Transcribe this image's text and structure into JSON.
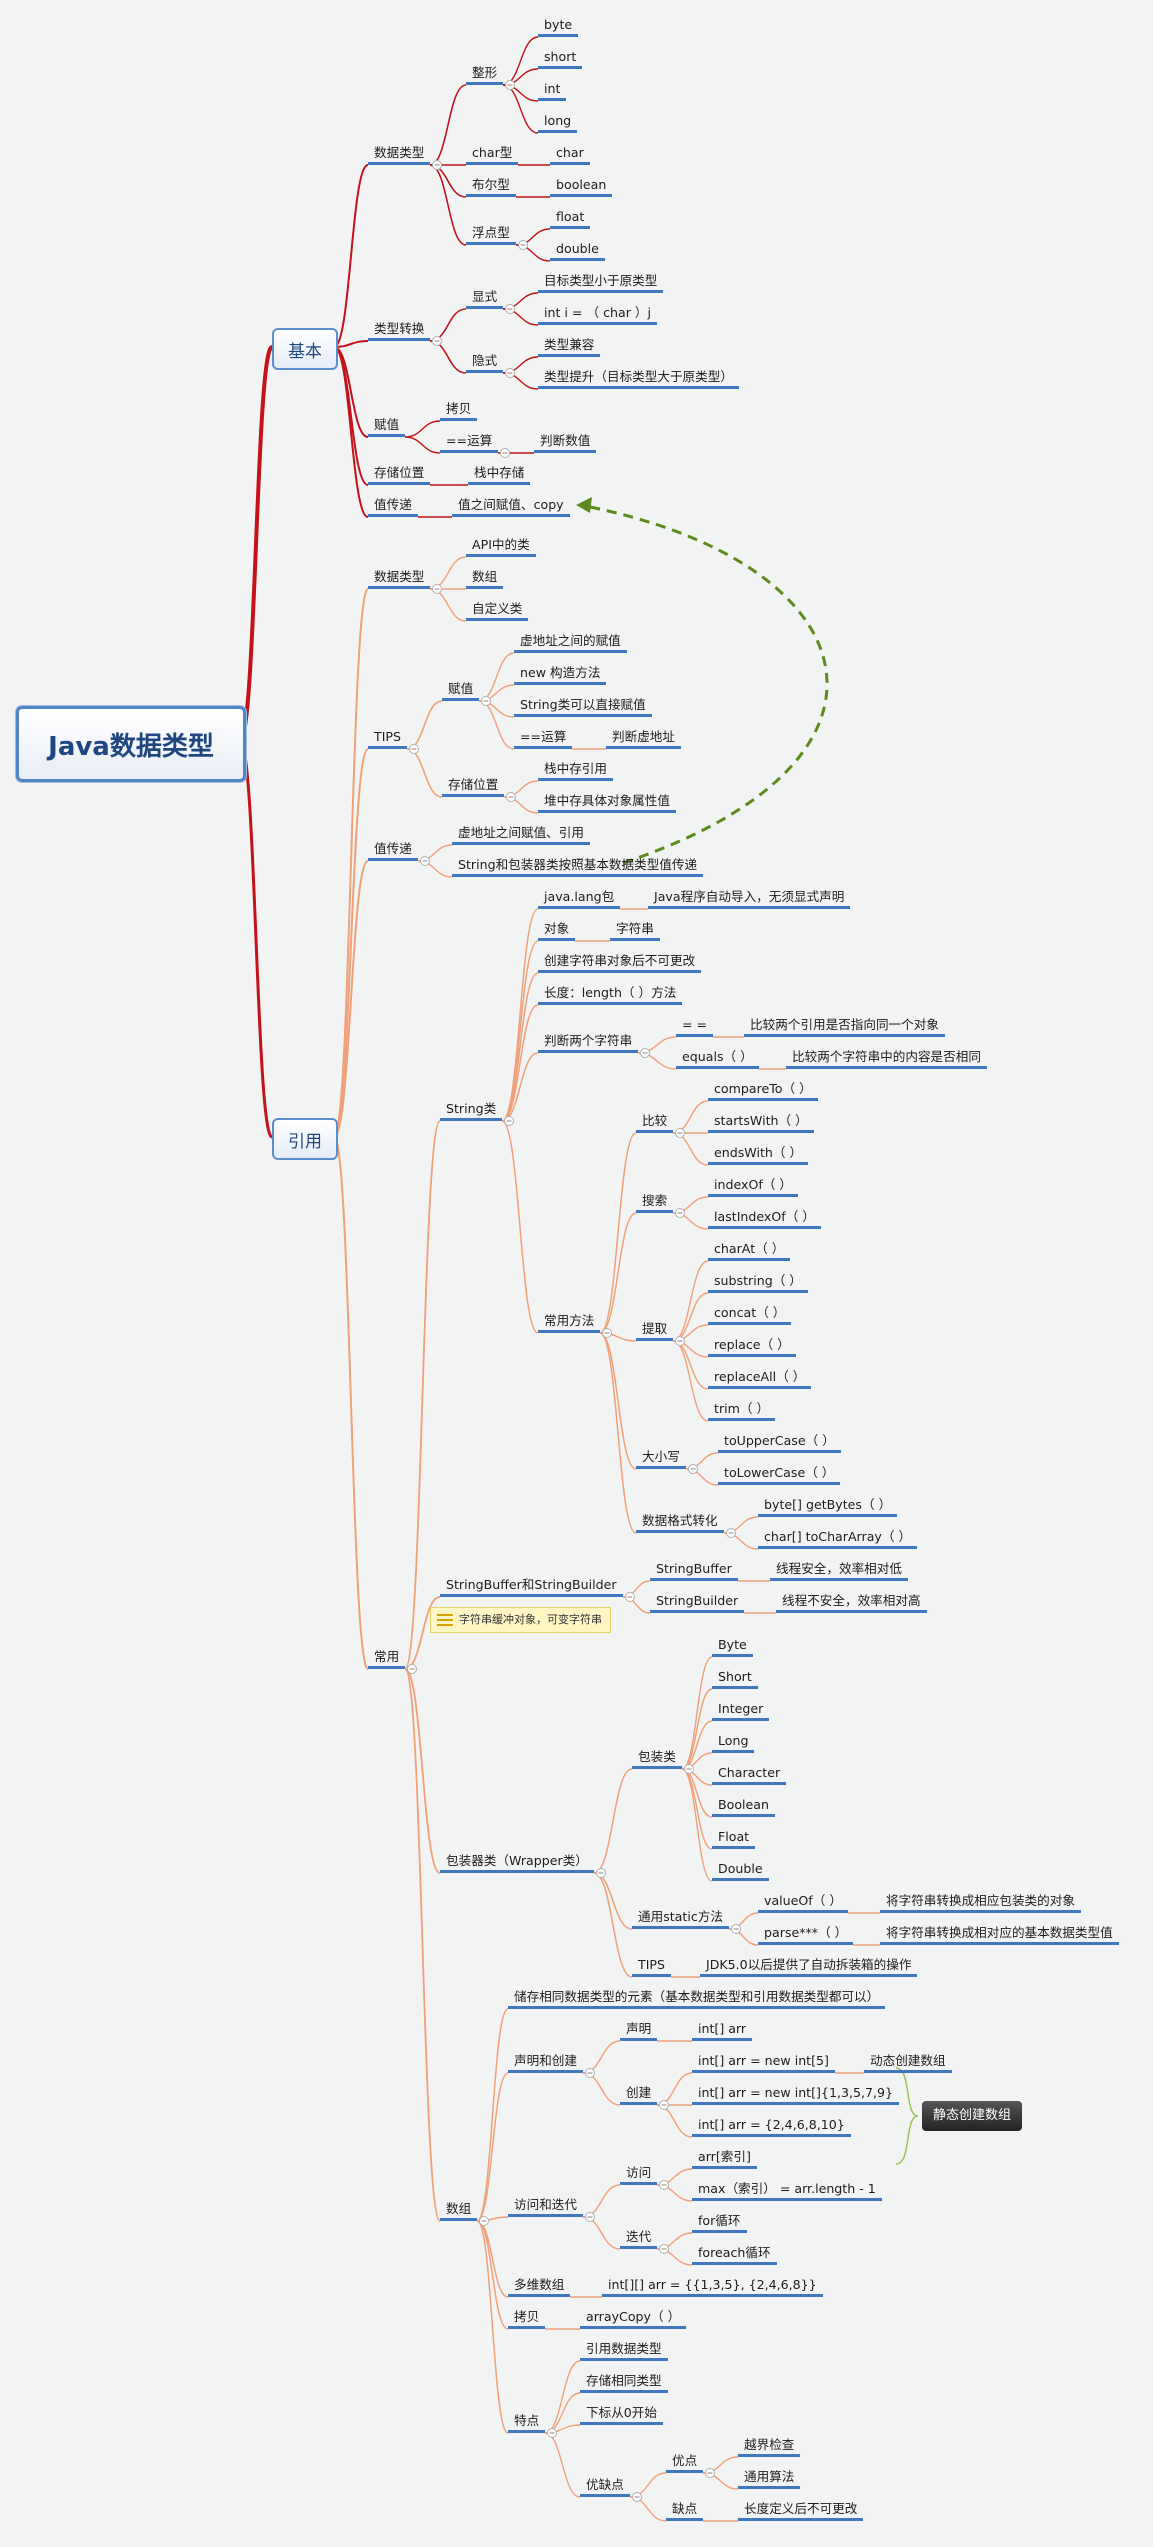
{
  "root": "Java数据类型",
  "basic": {
    "label": "基本",
    "data_type": {
      "label": "数据类型",
      "integer": {
        "label": "整形",
        "items": [
          "byte",
          "short",
          "int",
          "long"
        ]
      },
      "char": {
        "label": "char型",
        "value": "char"
      },
      "boolean": {
        "label": "布尔型",
        "value": "boolean"
      },
      "float": {
        "label": "浮点型",
        "items": [
          "float",
          "double"
        ]
      }
    },
    "conversion": {
      "label": "类型转换",
      "explicit": {
        "label": "显式",
        "items": [
          "目标类型小于原类型",
          "int i = （ char ）j"
        ]
      },
      "implicit": {
        "label": "隐式",
        "items": [
          "类型兼容",
          "类型提升（目标类型大于原类型）"
        ]
      }
    },
    "assign": {
      "label": "赋值",
      "copy": "拷贝",
      "eq": "==运算",
      "eq_desc": "判断数值"
    },
    "storage": {
      "label": "存储位置",
      "value": "栈中存储"
    },
    "pass": {
      "label": "值传递",
      "value": "值之间赋值、copy"
    }
  },
  "reference": {
    "label": "引用",
    "data_type": {
      "label": "数据类型",
      "items": [
        "API中的类",
        "数组",
        "自定义类"
      ]
    },
    "tips": {
      "label": "TIPS",
      "assign": {
        "label": "赋值",
        "items": [
          "虚地址之间的赋值",
          "new 构造方法",
          "String类可以直接赋值",
          "==运算"
        ],
        "eq_desc": "判断虚地址"
      },
      "storage": {
        "label": "存储位置",
        "items": [
          "栈中存引用",
          "堆中存具体对象属性值"
        ]
      }
    },
    "pass": {
      "label": "值传递",
      "items": [
        "虚地址之间赋值、引用",
        "String和包装器类按照基本数据类型值传递"
      ]
    }
  },
  "common": {
    "label": "常用",
    "string": {
      "label": "String类",
      "pkg": "java.lang包",
      "pkg_desc": "Java程序自动导入，无须显式声明",
      "obj": "对象",
      "obj_desc": "字符串",
      "immutable": "创建字符串对象后不可更改",
      "length": "长度：length（ ）方法",
      "judge": {
        "label": "判断两个字符串",
        "eq": "= =",
        "eq_desc": "比较两个引用是否指向同一个对象",
        "equals": "equals（ ）",
        "equals_desc": "比较两个字符串中的内容是否相同"
      },
      "methods": {
        "label": "常用方法",
        "compare": {
          "label": "比较",
          "items": [
            "compareTo（ ）",
            "startsWith（ ）",
            "endsWith（ ）"
          ]
        },
        "search": {
          "label": "搜索",
          "items": [
            "indexOf（ ）",
            "lastIndexOf（ ）"
          ]
        },
        "extract": {
          "label": "提取",
          "items": [
            "charAt（ ）",
            "substring（ ）",
            "concat（ ）",
            "replace（ ）",
            "replaceAll（ ）",
            "trim（ ）"
          ]
        },
        "case": {
          "label": "大小写",
          "items": [
            "toUpperCase（ ）",
            "toLowerCase（ ）"
          ]
        },
        "format": {
          "label": "数据格式转化",
          "items": [
            "byte[] getBytes（ ）",
            "char[] toCharArray（ ）"
          ]
        }
      }
    },
    "buffer": {
      "label": "StringBuffer和StringBuilder",
      "note": "字符串缓冲对象，可变字符串",
      "sbuffer": "StringBuffer",
      "sbuffer_desc": "线程安全，效率相对低",
      "sbuilder": "StringBuilder",
      "sbuilder_desc": "线程不安全，效率相对高"
    },
    "wrapper": {
      "label": "包装器类（Wrapper类）",
      "classes": {
        "label": "包装类",
        "items": [
          "Byte",
          "Short",
          "Integer",
          "Long",
          "Character",
          "Boolean",
          "Float",
          "Double"
        ]
      },
      "static": {
        "label": "通用static方法",
        "valueof": "valueOf（ ）",
        "valueof_desc": "将字符串转换成相应包装类的对象",
        "parse": "parse***（ ）",
        "parse_desc": "将字符串转换成相对应的基本数据类型值"
      },
      "tips": {
        "label": "TIPS",
        "value": "JDK5.0以后提供了自动拆装箱的操作"
      }
    },
    "array": {
      "label": "数组",
      "def": "储存相同数据类型的元素（基本数据类型和引用数据类型都可以）",
      "create": {
        "label": "声明和创建",
        "declare": "声明",
        "declare_value": "int[] arr",
        "new_label": "创建",
        "items": [
          "int[] arr = new int[5]",
          "int[] arr = new int[]{1,3,5,7,9}",
          "int[] arr = {2,4,6,8,10}"
        ],
        "new5_desc": "动态创建数组",
        "static_note": "静态创建数组"
      },
      "access": {
        "label": "访问和迭代",
        "visit": "访问",
        "visit_items": [
          "arr[索引]",
          "max（索引） = arr.length - 1"
        ],
        "iterate": "迭代",
        "iterate_items": [
          "for循环",
          "foreach循环"
        ]
      },
      "multi": {
        "label": "多维数组",
        "value": "int[][] arr = {{1,3,5}, {2,4,6,8}}"
      },
      "copy": {
        "label": "拷贝",
        "value": "arrayCopy（ ）"
      },
      "features": {
        "label": "特点",
        "items": [
          "引用数据类型",
          "存储相同类型",
          "下标从0开始"
        ],
        "proscons": "优缺点",
        "pros": "优点",
        "pros_items": [
          "越界检查",
          "通用算法"
        ],
        "cons": "缺点",
        "cons_value": "长度定义后不可更改"
      }
    }
  },
  "colors": {
    "basic_branch": "#c4121b",
    "ref_branch": "#f0a07a",
    "underline": "#3f78c1",
    "dashed_arrow": "#5c8a1d"
  }
}
